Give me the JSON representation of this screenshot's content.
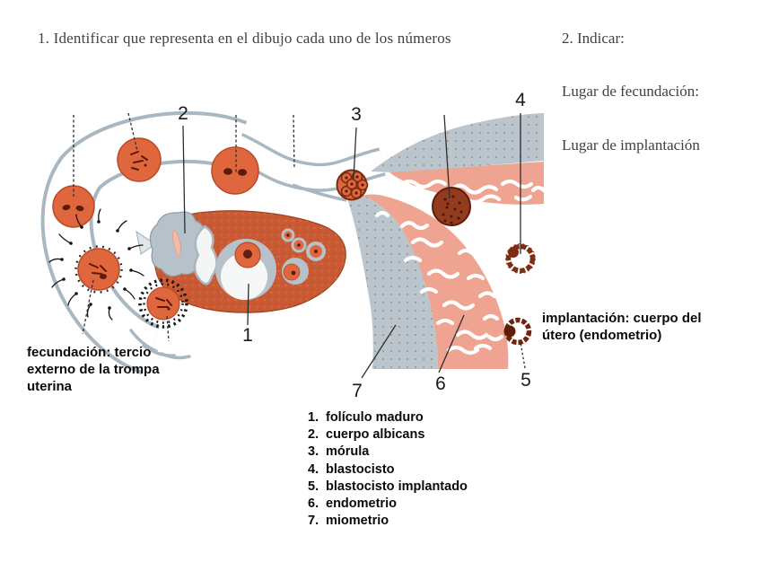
{
  "header": {
    "question_1": "1. Identificar que representa en el dibujo cada uno de los números"
  },
  "side_panel": {
    "question_2": "2. Indicar:",
    "fertilization_prompt": "Lugar de fecundación:",
    "implantation_prompt": "Lugar de implantación"
  },
  "diagram": {
    "fertilization_note": "fecundación: tercio externo de la trompa uterina",
    "implantation_note": "implantación: cuerpo del útero (endometrio)",
    "structure_numbers": [
      "1",
      "2",
      "3",
      "4",
      "5",
      "6",
      "7"
    ]
  },
  "answer_key": {
    "items": [
      {
        "num": "1.",
        "label": "folículo maduro"
      },
      {
        "num": "2.",
        "label": "cuerpo albicans"
      },
      {
        "num": "3.",
        "label": "mórula"
      },
      {
        "num": "4.",
        "label": "blastocisto"
      },
      {
        "num": "5.",
        "label": "blastocisto implantado"
      },
      {
        "num": "6.",
        "label": "endometrio"
      },
      {
        "num": "7.",
        "label": "miometrio"
      }
    ]
  },
  "colors": {
    "egg_orange": "#e0663e",
    "ovary_orange": "#c95a33",
    "tube_gray": "#a9b7c0",
    "myometrium_gray": "#bac5cd",
    "endometrium_pink": "#eea490",
    "dark_embryo": "#7c2d12",
    "text_dark": "#414141"
  }
}
